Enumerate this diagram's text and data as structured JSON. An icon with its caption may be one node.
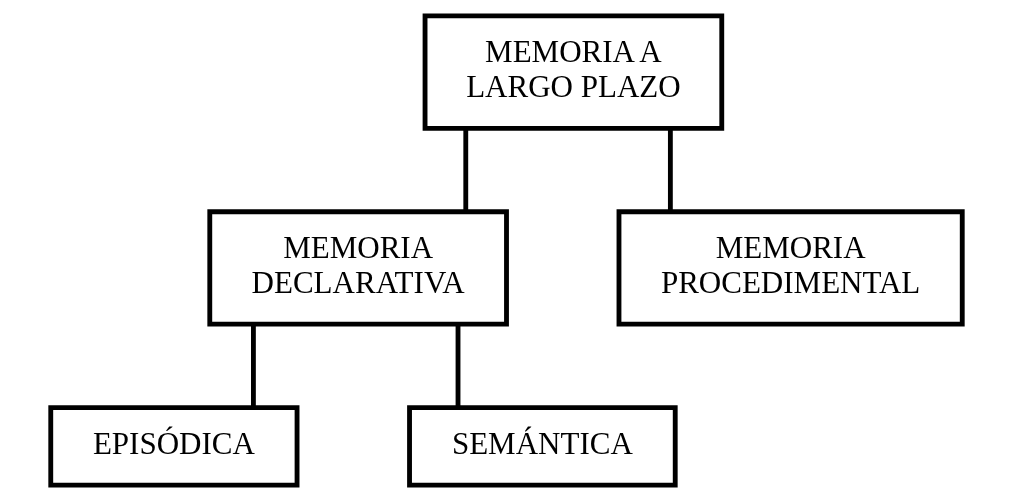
{
  "diagram": {
    "nodes": [
      {
        "text": [
          "MEMORIA A LARGO PLAZO"
        ]
      },
      {
        "text": [
          "MEMORIA DECLARATIVA"
        ]
      },
      {
        "text": [
          "MEMORIA PROCEDIMENTAL"
        ]
      },
      {
        "text": [
          "EPISÓDICA"
        ]
      },
      {
        "text": [
          "SEMÁNTICA"
        ]
      }
    ],
    "edges": [
      {
        "from": 0,
        "to": 1,
        "arrow": "none"
      },
      {
        "from": 0,
        "to": 2,
        "arrow": "none"
      },
      {
        "from": 1,
        "to": 3,
        "arrow": "none"
      },
      {
        "from": 1,
        "to": 4,
        "arrow": "none"
      }
    ]
  }
}
